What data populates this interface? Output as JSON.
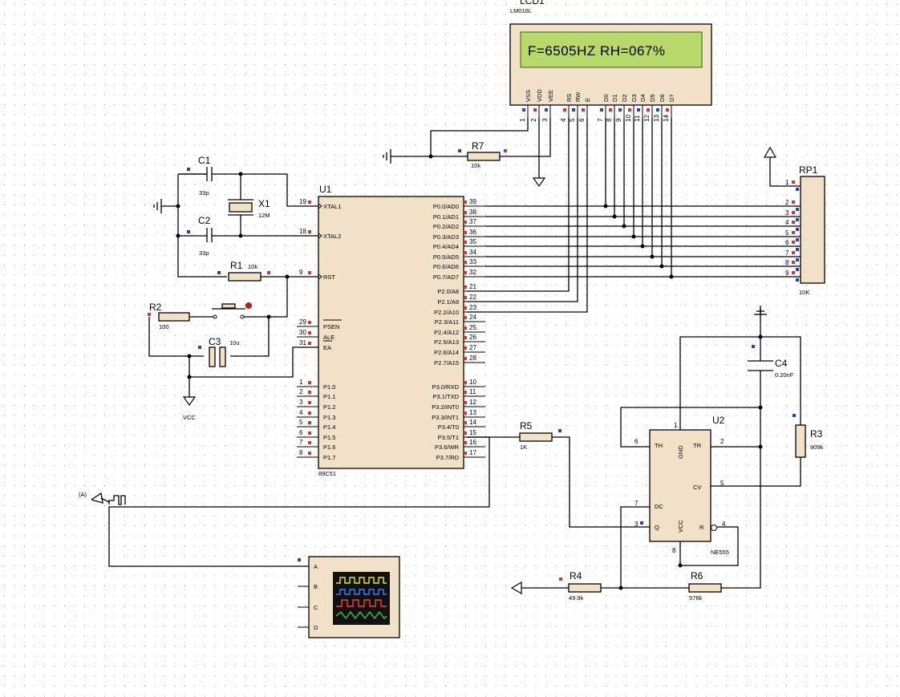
{
  "colors": {
    "component_fill": "#f2e1c9",
    "lcd_screen": "#b7d96b",
    "lcd_text": "#1f3d00",
    "pin_red": "#e03030",
    "pin_blue": "#2040e0",
    "grid_dot": "#9a9a9a"
  },
  "lcd": {
    "ref": "LCD1",
    "model": "LM016L",
    "display_text": "F=6505HZ RH=067%",
    "pins": [
      "VSS",
      "VDD",
      "VEE",
      "RS",
      "RW",
      "E",
      "D0",
      "D1",
      "D2",
      "D3",
      "D4",
      "D5",
      "D6",
      "D7"
    ],
    "pin_numbers": [
      "1",
      "2",
      "3",
      "4",
      "5",
      "6",
      "7",
      "8",
      "9",
      "10",
      "11",
      "12",
      "13",
      "14"
    ]
  },
  "u1": {
    "ref": "U1",
    "model": "89C51",
    "left_pins": [
      {
        "num": "19",
        "name": "XTAL1"
      },
      {
        "num": "18",
        "name": "XTAL2"
      },
      {
        "num": "9",
        "name": "RST"
      },
      {
        "num": "29",
        "name": "PSEN"
      },
      {
        "num": "30",
        "name": "ALE"
      },
      {
        "num": "31",
        "name": "EA"
      },
      {
        "num": "1",
        "name": "P1.0"
      },
      {
        "num": "2",
        "name": "P1.1"
      },
      {
        "num": "3",
        "name": "P1.2"
      },
      {
        "num": "4",
        "name": "P1.3"
      },
      {
        "num": "5",
        "name": "P1.4"
      },
      {
        "num": "6",
        "name": "P1.5"
      },
      {
        "num": "7",
        "name": "P1.6"
      },
      {
        "num": "8",
        "name": "P1.7"
      }
    ],
    "right_pins": [
      {
        "num": "39",
        "name": "P0.0/AD0"
      },
      {
        "num": "38",
        "name": "P0.1/AD1"
      },
      {
        "num": "37",
        "name": "P0.2/AD2"
      },
      {
        "num": "36",
        "name": "P0.3/AD3"
      },
      {
        "num": "35",
        "name": "P0.4/AD4"
      },
      {
        "num": "34",
        "name": "P0.5/AD5"
      },
      {
        "num": "33",
        "name": "P0.6/AD6"
      },
      {
        "num": "32",
        "name": "P0.7/AD7"
      },
      {
        "num": "21",
        "name": "P2.0/A8"
      },
      {
        "num": "22",
        "name": "P2.1/A9"
      },
      {
        "num": "23",
        "name": "P2.2/A10"
      },
      {
        "num": "24",
        "name": "P2.3/A11"
      },
      {
        "num": "25",
        "name": "P2.4/A12"
      },
      {
        "num": "26",
        "name": "P2.5/A13"
      },
      {
        "num": "27",
        "name": "P2.6/A14"
      },
      {
        "num": "28",
        "name": "P2.7/A15"
      },
      {
        "num": "10",
        "name": "P3.0/RXD"
      },
      {
        "num": "11",
        "name": "P3.1/TXD"
      },
      {
        "num": "12",
        "name": "P3.2/INT0"
      },
      {
        "num": "13",
        "name": "P3.3/INT1"
      },
      {
        "num": "14",
        "name": "P3.4/T0"
      },
      {
        "num": "15",
        "name": "P3.5/T1"
      },
      {
        "num": "16",
        "name": "P3.6/WR"
      },
      {
        "num": "17",
        "name": "P3.7/RD"
      }
    ]
  },
  "u2": {
    "ref": "U2",
    "model": "NE555",
    "pins": {
      "th": "TH",
      "gnd": "GND",
      "tr": "TR",
      "cv": "CV",
      "dc": "DC",
      "q": "Q",
      "vcc": "VCC",
      "r": "R"
    },
    "pin_numbers": {
      "th": "6",
      "gnd": "1",
      "tr": "2",
      "cv": "5",
      "dc": "7",
      "q": "3",
      "vcc": "8",
      "r": "4"
    }
  },
  "rp1": {
    "ref": "RP1",
    "value": "10K",
    "pins": [
      "1",
      "2",
      "3",
      "4",
      "5",
      "6",
      "7",
      "8",
      "9"
    ]
  },
  "components": {
    "c1": {
      "ref": "C1",
      "value": "33p"
    },
    "c2": {
      "ref": "C2",
      "value": "33p"
    },
    "c3": {
      "ref": "C3",
      "value": "10u"
    },
    "c4": {
      "ref": "C4",
      "value": "0.20nF"
    },
    "x1": {
      "ref": "X1",
      "value": "12M"
    },
    "r1": {
      "ref": "R1",
      "value": "10k"
    },
    "r2": {
      "ref": "R2",
      "value": "100"
    },
    "r3": {
      "ref": "R3",
      "value": "909k"
    },
    "r4": {
      "ref": "R4",
      "value": "49.9k"
    },
    "r5": {
      "ref": "R5",
      "value": "1K"
    },
    "r6": {
      "ref": "R6",
      "value": "576k"
    },
    "r7": {
      "ref": "R7",
      "value": "10k"
    }
  },
  "power": {
    "vcc_label": "VCC"
  },
  "scope": {
    "channels": [
      "A",
      "B",
      "C",
      "D"
    ]
  },
  "probe": {
    "label": "(A)"
  }
}
